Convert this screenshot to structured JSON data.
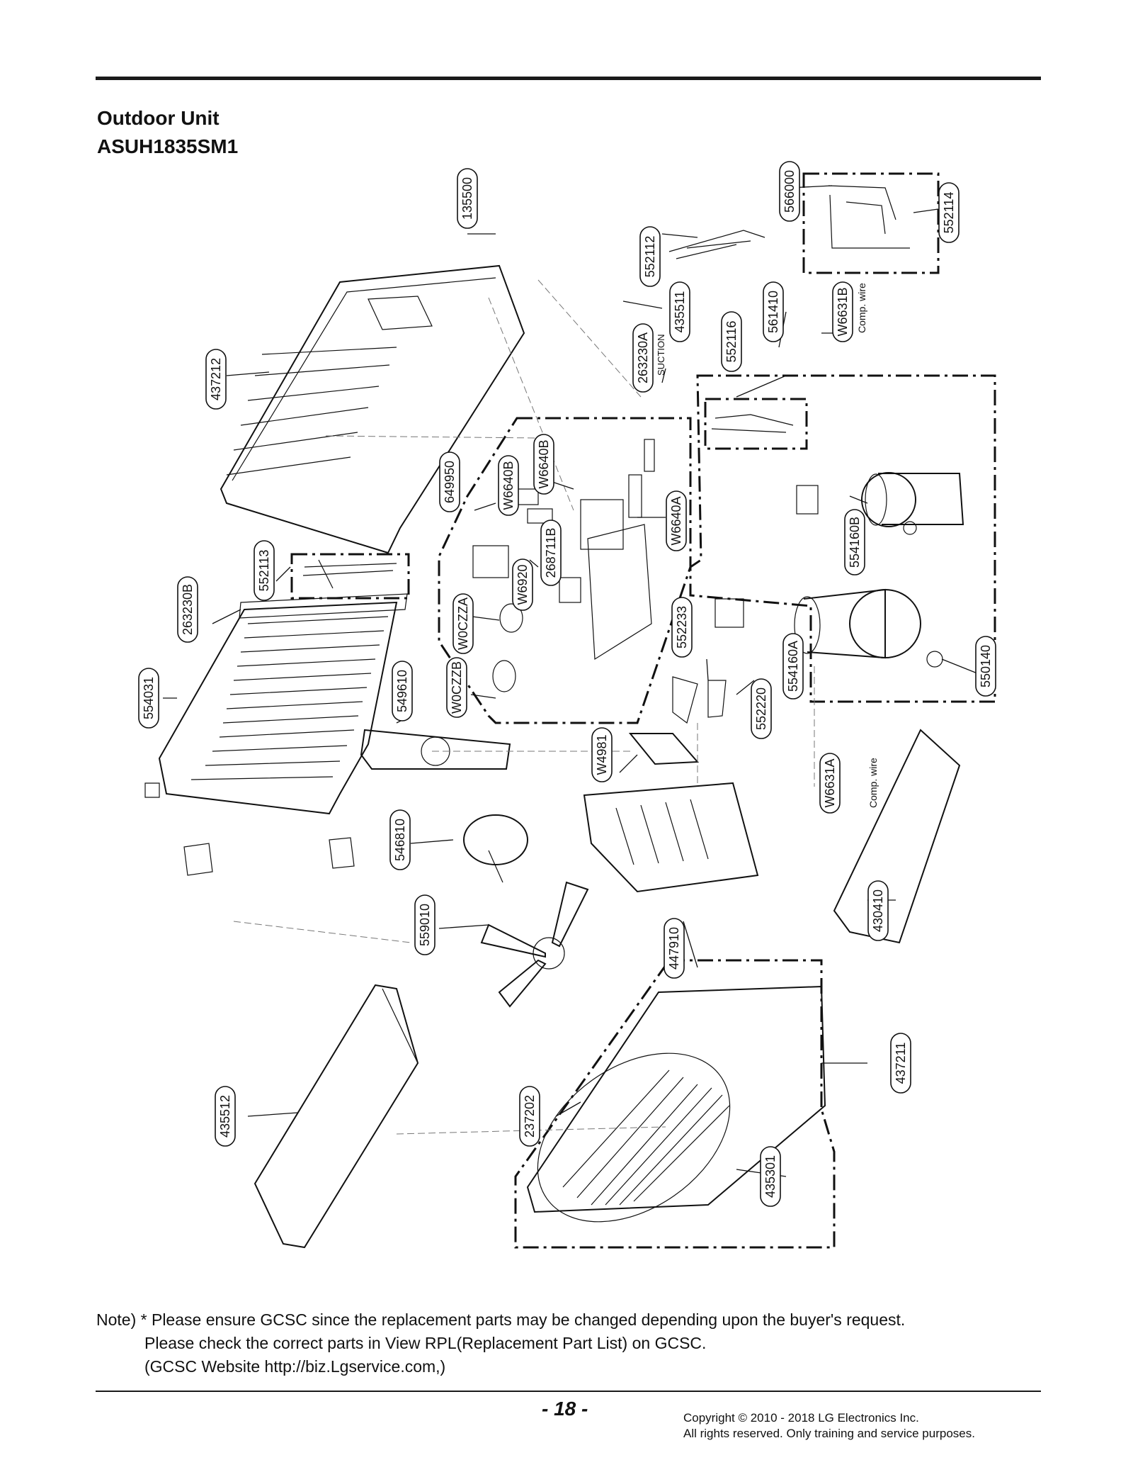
{
  "header": {
    "title_line1": "Outdoor Unit",
    "title_line2": "ASUH1835SM1"
  },
  "parts": [
    {
      "id": "p-135500",
      "code": "135500"
    },
    {
      "id": "p-566000",
      "code": "566000"
    },
    {
      "id": "p-552114",
      "code": "552114"
    },
    {
      "id": "p-552112",
      "code": "552112"
    },
    {
      "id": "p-435511",
      "code": "435511"
    },
    {
      "id": "p-561410",
      "code": "561410"
    },
    {
      "id": "p-w6631b",
      "code": "W6631B"
    },
    {
      "id": "p-552116",
      "code": "552116"
    },
    {
      "id": "p-263230a",
      "code": "263230A"
    },
    {
      "id": "p-437212",
      "code": "437212"
    },
    {
      "id": "p-649950",
      "code": "649950"
    },
    {
      "id": "p-w6640b-1",
      "code": "W6640B"
    },
    {
      "id": "p-w6640b-2",
      "code": "W6640B"
    },
    {
      "id": "p-268711b",
      "code": "268711B"
    },
    {
      "id": "p-w6640a",
      "code": "W6640A"
    },
    {
      "id": "p-554160b",
      "code": "554160B"
    },
    {
      "id": "p-552113",
      "code": "552113"
    },
    {
      "id": "p-263230b",
      "code": "263230B"
    },
    {
      "id": "p-w6920",
      "code": "W6920"
    },
    {
      "id": "p-w0czza",
      "code": "W0CZZA"
    },
    {
      "id": "p-552233",
      "code": "552233"
    },
    {
      "id": "p-554160a",
      "code": "554160A"
    },
    {
      "id": "p-550140",
      "code": "550140"
    },
    {
      "id": "p-554031",
      "code": "554031"
    },
    {
      "id": "p-w0czzb",
      "code": "W0CZZB"
    },
    {
      "id": "p-549610",
      "code": "549610"
    },
    {
      "id": "p-552220",
      "code": "552220"
    },
    {
      "id": "p-w4981",
      "code": "W4981"
    },
    {
      "id": "p-w6631a",
      "code": "W6631A"
    },
    {
      "id": "p-546810",
      "code": "546810"
    },
    {
      "id": "p-430410",
      "code": "430410"
    },
    {
      "id": "p-559010",
      "code": "559010"
    },
    {
      "id": "p-447910",
      "code": "447910"
    },
    {
      "id": "p-437211",
      "code": "437211"
    },
    {
      "id": "p-435512",
      "code": "435512"
    },
    {
      "id": "p-237202",
      "code": "237202"
    },
    {
      "id": "p-435301",
      "code": "435301"
    }
  ],
  "annotations": {
    "suction": "SUCTION",
    "comp_wire_b": "Comp. wire",
    "comp_wire_a": "Comp. wire"
  },
  "note": {
    "line1": "Note) * Please ensure GCSC since the replacement parts may be changed depending upon the buyer's request.",
    "line2": "Please check  the correct parts in View RPL(Replacement Part List) on GCSC.",
    "line3": "(GCSC Website  http://biz.Lgservice.com,)"
  },
  "footer": {
    "page_number": "- 18 -",
    "copyright_line1": "Copyright © 2010 - 2018 LG Electronics Inc.",
    "copyright_line2": "All rights reserved. Only training and service purposes."
  }
}
